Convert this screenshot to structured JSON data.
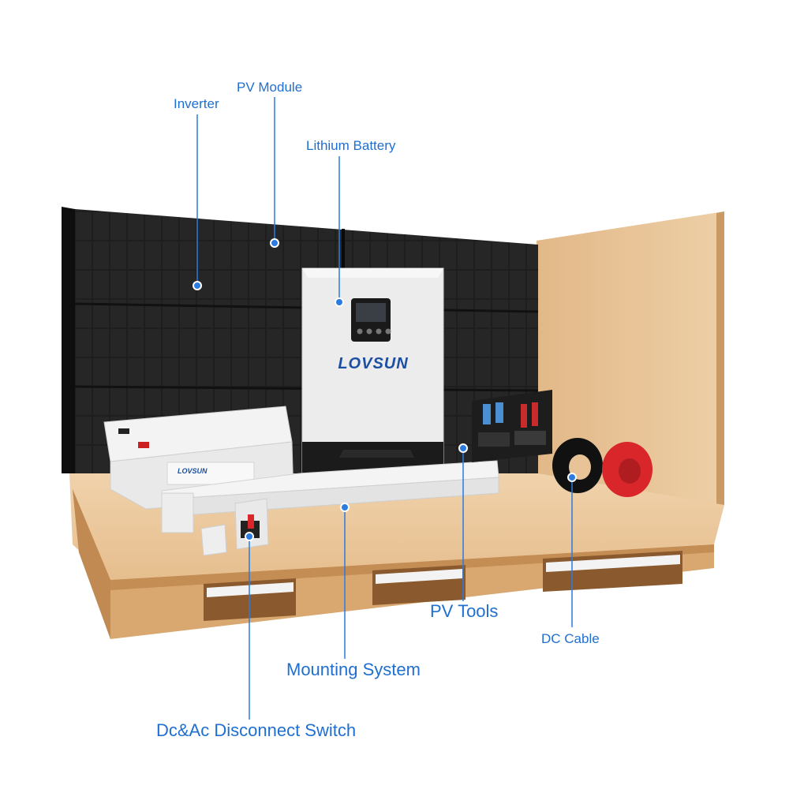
{
  "colors": {
    "label_text": "#1f6fd0",
    "leader_line": "#2b7be0",
    "wood_light": "#e6bf8e",
    "wood_dark": "#b98a55",
    "panel_black": "#1c1c1c",
    "inverter_white": "#f2f2f2",
    "cable_red": "#d8262b",
    "cable_black": "#111111"
  },
  "branding": {
    "inverter_logo": "LOVSUN",
    "battery_logo": "LOVSUN"
  },
  "labels": {
    "inverter": "Inverter",
    "pv_module": "PV Module",
    "lithium_battery": "Lithium Battery",
    "pv_tools": "PV Tools",
    "dc_cable": "DC Cable",
    "mounting_system": "Mounting System",
    "disconnect_switch": "Dc&Ac Disconnect Switch"
  }
}
